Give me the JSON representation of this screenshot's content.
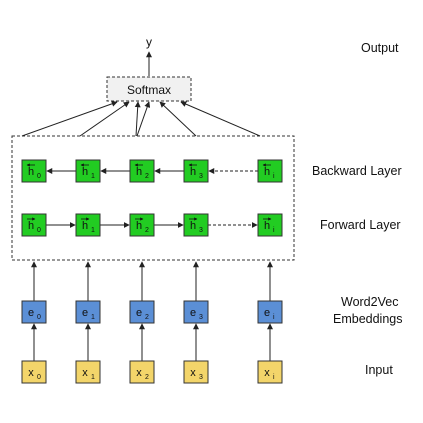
{
  "labels": {
    "output": "Output",
    "backward": "Backward Layer",
    "forward": "Forward Layer",
    "embeddings_line1": "Word2Vec",
    "embeddings_line2": "Embeddings",
    "input": "Input"
  },
  "output_symbol": "y",
  "softmax": "Softmax",
  "hidden_base": "h",
  "embedding_base": "e",
  "input_base": "x",
  "subscripts": [
    "0",
    "1",
    "2",
    "3",
    "i"
  ],
  "colors": {
    "hidden": "#22cc22",
    "embedding": "#5b8fd6",
    "input": "#f3d56a",
    "softmax_fill": "#f1f1f1"
  }
}
